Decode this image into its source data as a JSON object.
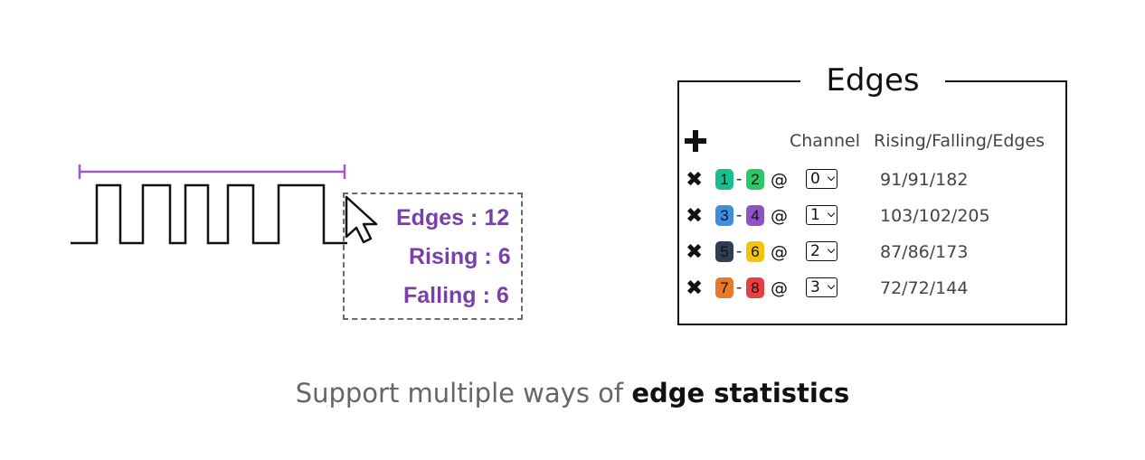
{
  "tooltip": {
    "edges_label": "Edges",
    "edges_value": "12",
    "rising_label": "Rising",
    "rising_value": "6",
    "falling_label": "Falling",
    "falling_value": "6",
    "separator": ":"
  },
  "panel": {
    "title": "Edges",
    "add_icon": "plus-icon",
    "col_channel": "Channel",
    "col_stats": "Rising/Falling/Edges",
    "rows": [
      {
        "from": "1",
        "to": "2",
        "from_color": "#1bbf8f",
        "to_color": "#2ec66b",
        "channel": "0",
        "stats": "91/91/182"
      },
      {
        "from": "3",
        "to": "4",
        "from_color": "#3b8fde",
        "to_color": "#8f52c4",
        "channel": "1",
        "stats": "103/102/205"
      },
      {
        "from": "5",
        "to": "6",
        "from_color": "#2d3e55",
        "to_color": "#f1c40f",
        "channel": "2",
        "stats": "87/86/173"
      },
      {
        "from": "7",
        "to": "8",
        "from_color": "#e8782a",
        "to_color": "#e84040",
        "channel": "3",
        "stats": "72/72/144"
      }
    ],
    "dash": "-",
    "at": "@"
  },
  "caption": {
    "prefix": "Support multiple ways of ",
    "emphasis": "edge statistics"
  },
  "colors": {
    "accent_purple": "#7a3fa8",
    "measure_line": "#9a5cc0"
  }
}
